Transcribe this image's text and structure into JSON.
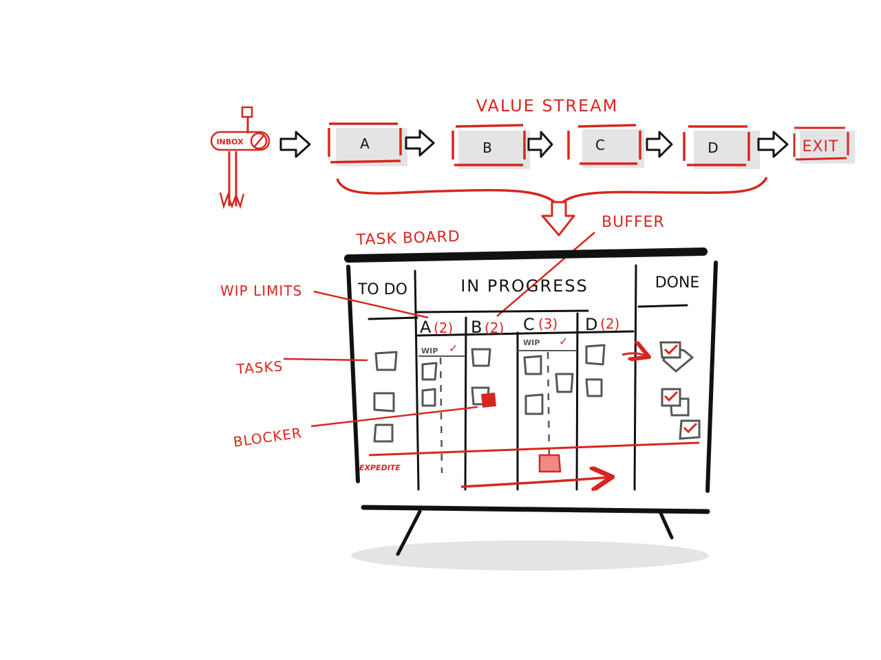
{
  "colors": {
    "red": "#d7261e",
    "ink": "#111111",
    "shadow": "#e4e4e4",
    "gray": "#555555"
  },
  "inbox": {
    "label": "INBOX"
  },
  "value_stream": {
    "title": "VALUE STREAM",
    "steps": [
      "A",
      "B",
      "C",
      "D"
    ],
    "exit_label": "EXIT"
  },
  "task_board": {
    "title": "TASK BOARD",
    "headers": {
      "todo": "TO DO",
      "in_progress": "IN PROGRESS",
      "done": "DONE"
    },
    "sub_columns": [
      {
        "letter": "A",
        "limit": "(2)"
      },
      {
        "letter": "B",
        "limit": "(2)"
      },
      {
        "letter": "C",
        "limit": "(3)"
      },
      {
        "letter": "D",
        "limit": "(2)"
      }
    ],
    "wip_label": "WIP",
    "check_mark": "✓",
    "expedite_label": "EXPEDITE"
  },
  "annotations": {
    "buffer": "BUFFER",
    "wip_limits": "WIP LIMITS",
    "tasks": "TASKS",
    "blocker": "BLOCKER"
  }
}
